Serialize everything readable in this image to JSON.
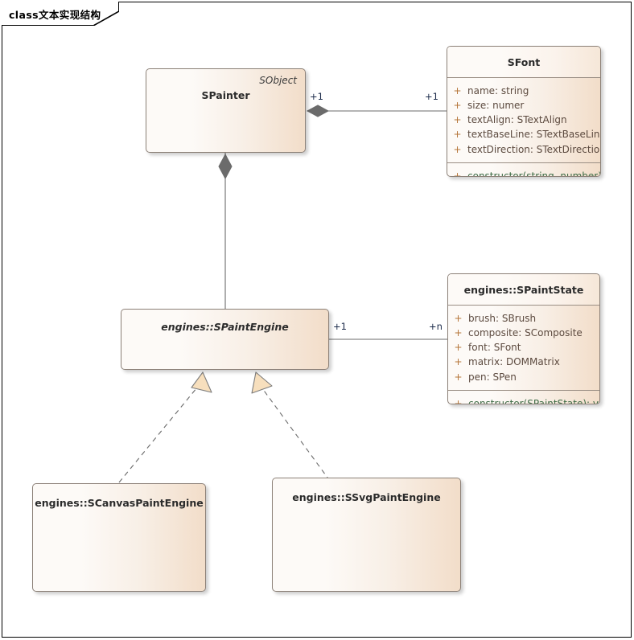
{
  "frame": {
    "title": "class文本实现结构"
  },
  "classes": {
    "spainter": {
      "name": "SPainter",
      "stereotype": "SObject",
      "abstract": false
    },
    "sfont": {
      "name": "SFont",
      "abstract": false,
      "attributes": [
        {
          "visibility": "+",
          "text": "name: string"
        },
        {
          "visibility": "+",
          "text": "size: numer"
        },
        {
          "visibility": "+",
          "text": "textAlign: STextAlign"
        },
        {
          "visibility": "+",
          "text": "textBaseLine: STextBaseLine"
        },
        {
          "visibility": "+",
          "text": "textDirection: STextDirection"
        }
      ],
      "methods": [
        {
          "visibility": "+",
          "text": "constructor(string, number): void"
        }
      ]
    },
    "spaintengine": {
      "name": "engines::SPaintEngine",
      "abstract": true
    },
    "spaintstate": {
      "name": "engines::SPaintState",
      "abstract": false,
      "attributes": [
        {
          "visibility": "+",
          "text": "brush: SBrush"
        },
        {
          "visibility": "+",
          "text": "composite: SComposite"
        },
        {
          "visibility": "+",
          "text": "font: SFont"
        },
        {
          "visibility": "+",
          "text": "matrix: DOMMatrix"
        },
        {
          "visibility": "+",
          "text": "pen: SPen"
        }
      ],
      "methods": [
        {
          "visibility": "+",
          "text": "constructor(SPaintState): void"
        }
      ]
    },
    "scanvaspaintengine": {
      "name": "engines::SCanvasPaintEngine",
      "abstract": false
    },
    "ssvgpaintengine": {
      "name": "engines::SSvgPaintEngine",
      "abstract": false
    }
  },
  "connectors": {
    "painter_font": {
      "kind": "composition",
      "source_mult": "+1",
      "target_mult": "+1"
    },
    "painter_engine": {
      "kind": "composition"
    },
    "engine_state": {
      "kind": "association",
      "source_mult": "+1",
      "target_mult": "+n"
    },
    "canvas_realization": {
      "kind": "realization"
    },
    "svg_realization": {
      "kind": "realization"
    }
  },
  "colors": {
    "box_fill_light": "#fdfaf7",
    "box_fill_dark": "#f2ddc9",
    "box_border": "#8c8178",
    "attribute_text": "#5c4a3f",
    "method_text": "#3d6b45",
    "visibility_marker": "#b5763a",
    "connector_line": "#6b6b6b",
    "diamond_fill": "#6b6b6b",
    "triangle_fill": "#f7dfbd",
    "multiplicity_text": "#1c2b4a",
    "frame_border": "#000000"
  }
}
